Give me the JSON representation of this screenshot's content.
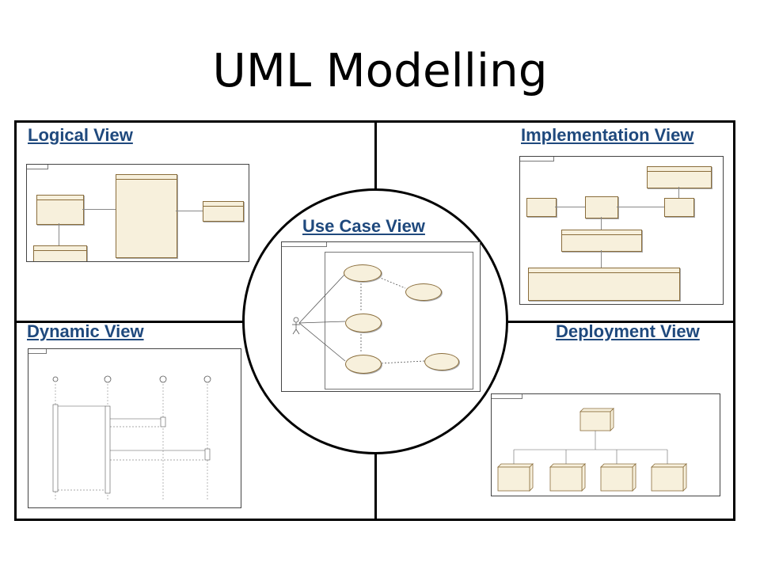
{
  "title": "UML Modelling",
  "views": {
    "logical": "Logical View",
    "implementation": "Implementation View",
    "use_case": "Use Case View",
    "dynamic": "Dynamic View",
    "deployment": "Deployment View"
  }
}
